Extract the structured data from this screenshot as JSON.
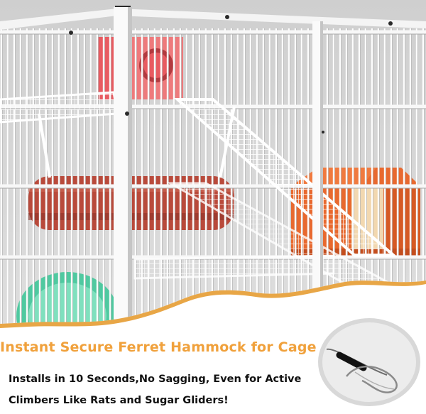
{
  "headline": "Instant Secure Ferret Hammock for Cage",
  "subtext": {
    "line1": "Installs in 10 Seconds,No Sagging, Even for Active",
    "line2": "Climbers Like Rats and Sugar Gliders!"
  },
  "colors": {
    "headline": "#f0a13c",
    "wave": "#e8a646",
    "cage_wire": "#f5f5f5",
    "cage_shadow": "#b9b9b9",
    "hut": "#e8692f",
    "hut_interior": "#f2d8b0",
    "tunnel": "#b94a3b",
    "climbing_box": "#e85b61",
    "wheel": "#4fc9a0"
  },
  "icons": [
    "hook-clip-icon"
  ]
}
